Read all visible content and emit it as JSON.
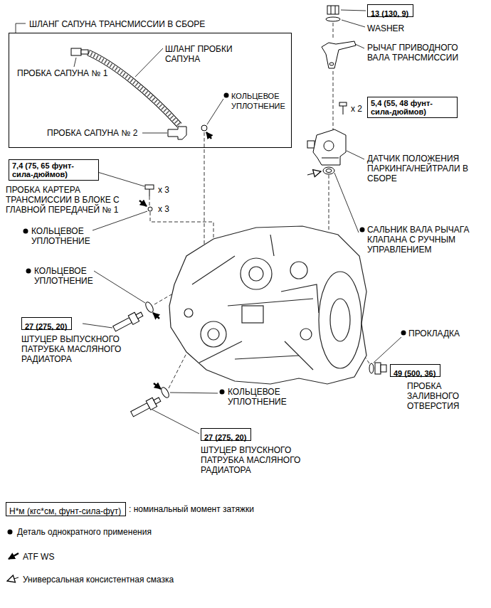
{
  "diagram": {
    "nodes": [
      {
        "text": [
          "ШЛАНГ САПУНА ТРАНСМИССИИ В СБОРЕ"
        ]
      },
      {
        "text": [
          "13 (130, 9)"
        ]
      },
      {
        "text": [
          "5,4 (55, 48 фунт-сила-дюймов)"
        ]
      },
      {
        "text": [
          "7,4 (75, 65 фунт-сила-дюймов)"
        ]
      },
      {
        "text": [
          "27 (275, 20)"
        ]
      },
      {
        "text": [
          "49 (500, 36)"
        ]
      },
      {
        "text": [
          "27 (275, 20)"
        ]
      },
      {
        "text": [
          "Н*м (кгс*см, фунт-сила-фут)"
        ]
      }
    ],
    "labels": [
      "ШЛАНГ ПРОБКИ САПУНА",
      "ПРОБКА САПУНА № 1",
      "КОЛЬЦЕВОЕ УПЛОТНЕНИЕ",
      "ПРОБКА САПУНА № 2",
      "WASHER",
      "РЫЧАГ ПРИВОДНОГО ВАЛА ТРАНСМИССИИ",
      "x 2",
      "ДАТЧИК ПОЛОЖЕНИЯ ПАРКИНГА/НЕЙТРАЛИ В СБОРЕ",
      "ПРОБКА КАРТЕРА ТРАНСМИССИИ В БЛОКЕ С ГЛАВНОЙ ПЕРЕДАЧЕЙ № 1",
      "x 3",
      "x 3",
      "КОЛЬЦЕВОЕ УПЛОТНЕНИЕ",
      "САЛЬНИК ВАЛА РЫЧАГА КЛАПАНА С РУЧНЫМ УПРАВЛЕНИЕМ",
      "КОЛЬЦЕВОЕ УПЛОТНЕНИЕ",
      "ШТУЦЕР ВЫПУСКНОГО ПАТРУБКА МАСЛЯНОГО РАДИАТОРА",
      "ПРОКЛАДКА",
      "ПРОБКА ЗАЛИВНОГО ОТВЕРСТИЯ",
      "КОЛЬЦЕВОЕ УПЛОТНЕНИЕ",
      "ШТУЦЕР ВПУСКНОГО ПАТРУБКА МАСЛЯНОГО РАДИАТОРА"
    ],
    "legend": [
      {
        "text": ": номинальный момент затяжки"
      },
      {
        "text": "Деталь однократного применения"
      },
      {
        "text": "ATF WS"
      },
      {
        "text": "Универсальная консистентная смазка"
      }
    ]
  }
}
